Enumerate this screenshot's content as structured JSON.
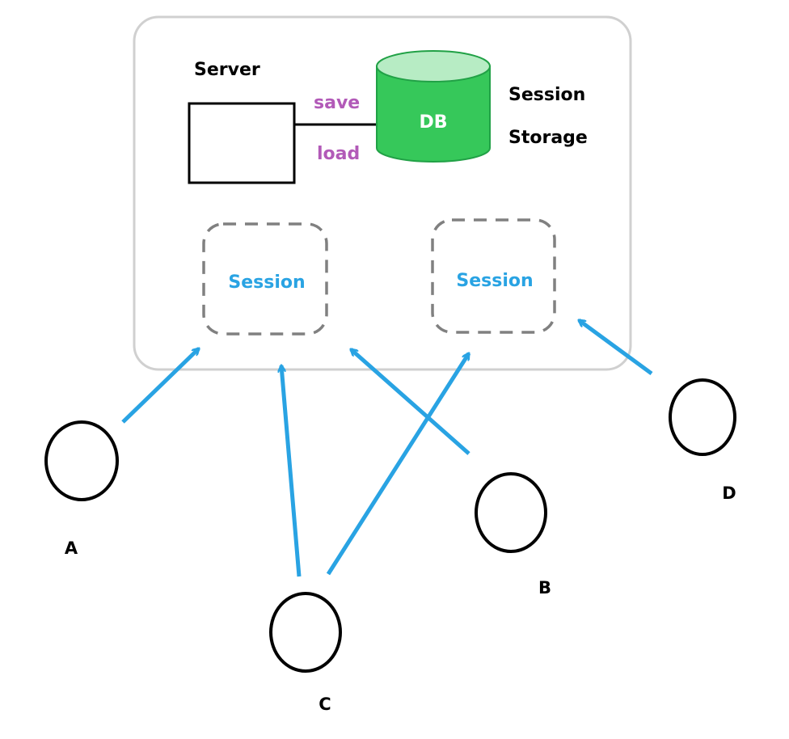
{
  "server": {
    "label": "Server"
  },
  "connector": {
    "save_label": "save",
    "load_label": "load"
  },
  "database": {
    "label": "DB",
    "storage_line1": "Session",
    "storage_line2": "Storage"
  },
  "sessions": [
    {
      "label": "Session"
    },
    {
      "label": "Session"
    }
  ],
  "clients": [
    {
      "label": "A"
    },
    {
      "label": "B"
    },
    {
      "label": "C"
    },
    {
      "label": "D"
    }
  ],
  "colors": {
    "container_border": "#d0d0d0",
    "session_border": "#808080",
    "db_body": "#36c85a",
    "db_top": "#b7ecc4",
    "arrow": "#29a3e3",
    "connector_text": "#b25ab8",
    "session_text": "#29a3e3"
  }
}
